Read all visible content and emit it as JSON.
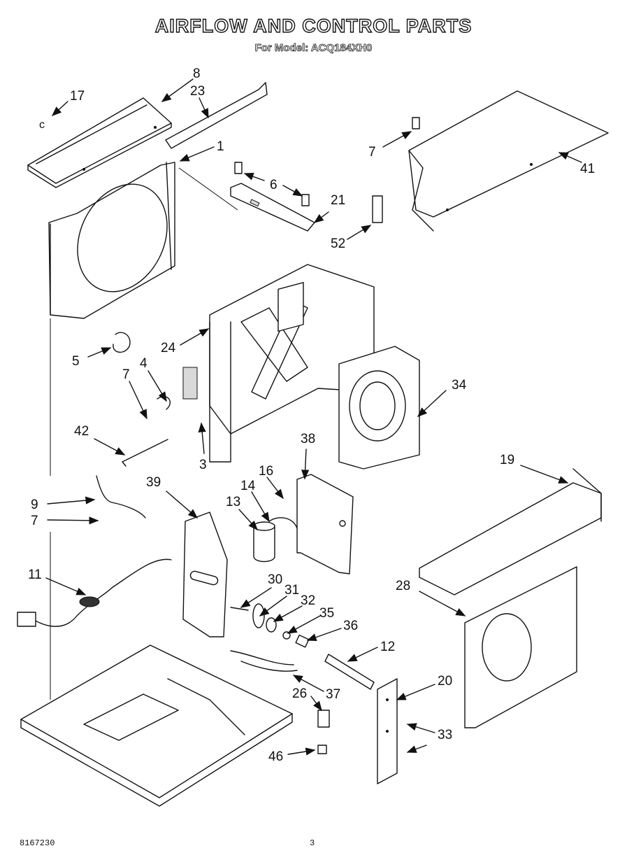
{
  "header": {
    "title": "AIRFLOW AND CONTROL PARTS",
    "subtitle": "For Model: ACQ184XH0"
  },
  "footer": {
    "doc_number": "8167230",
    "page_number": "3"
  },
  "callouts": {
    "c17": "17",
    "c8": "8",
    "c23": "23",
    "c1": "1",
    "c7a": "7",
    "c41": "41",
    "c6": "6",
    "c21": "21",
    "c52": "52",
    "c5": "5",
    "c24": "24",
    "c4": "4",
    "c7b": "7",
    "c34": "34",
    "c42": "42",
    "c3": "3",
    "c38": "38",
    "c19": "19",
    "c16": "16",
    "c14": "14",
    "c13": "13",
    "c39": "39",
    "c9": "9",
    "c7c": "7",
    "c11": "11",
    "c30": "30",
    "c31": "31",
    "c32": "32",
    "c35": "35",
    "c36": "36",
    "c28": "28",
    "c12": "12",
    "c20": "20",
    "c37": "37",
    "c26": "26",
    "c33": "33",
    "c46": "46"
  }
}
